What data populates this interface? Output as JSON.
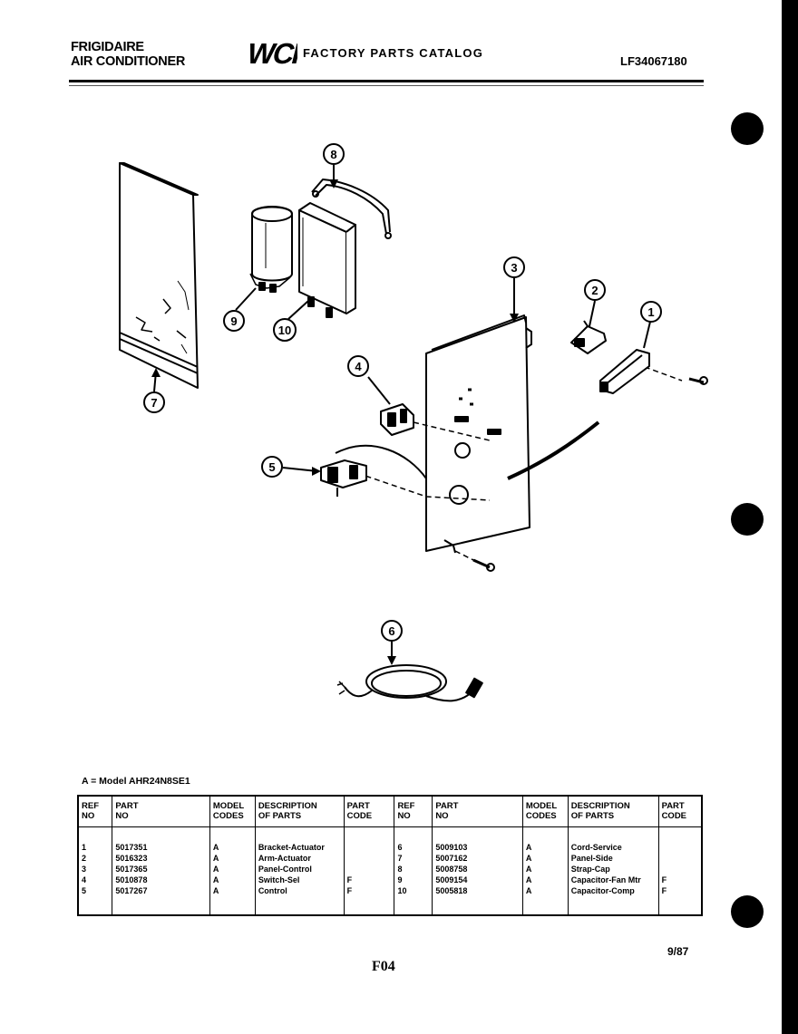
{
  "header": {
    "brand_line1": "FRIGIDAIRE",
    "brand_line2": "AIR CONDITIONER",
    "logo_text": "WCI",
    "catalog_title": "FACTORY PARTS CATALOG",
    "catalog_number": "LF34067180"
  },
  "diagram": {
    "callouts": [
      "1",
      "2",
      "3",
      "4",
      "5",
      "6",
      "7",
      "8",
      "9",
      "10"
    ]
  },
  "parts_table": {
    "model_note": "A = Model AHR24N8SE1",
    "headers": {
      "ref_no": [
        "REF",
        "NO"
      ],
      "part_no": [
        "PART",
        "NO"
      ],
      "model_codes": [
        "MODEL",
        "CODES"
      ],
      "description": [
        "DESCRIPTION",
        "OF PARTS"
      ],
      "part_code": [
        "PART",
        "CODE"
      ]
    },
    "left": {
      "ref": [
        "1",
        "2",
        "3",
        "4",
        "5"
      ],
      "part": [
        "5017351",
        "5016323",
        "5017365",
        "5010878",
        "5017267"
      ],
      "model": [
        "A",
        "A",
        "A",
        "A",
        "A"
      ],
      "desc": [
        "Bracket-Actuator",
        "Arm-Actuator",
        "Panel-Control",
        "Switch-Sel",
        "Control"
      ],
      "code": [
        "",
        "",
        "",
        "F",
        "F"
      ]
    },
    "right": {
      "ref": [
        "6",
        "7",
        "8",
        "9",
        "10"
      ],
      "part": [
        "5009103",
        "5007162",
        "5008758",
        "5009154",
        "5005818"
      ],
      "model": [
        "A",
        "A",
        "A",
        "A",
        "A"
      ],
      "desc": [
        "Cord-Service",
        "Panel-Side",
        "Strap-Cap",
        "Capacitor-Fan Mtr",
        "Capacitor-Comp"
      ],
      "code": [
        "",
        "",
        "",
        "F",
        "F"
      ]
    }
  },
  "footer": {
    "date": "9/87",
    "page_code": "F04"
  }
}
